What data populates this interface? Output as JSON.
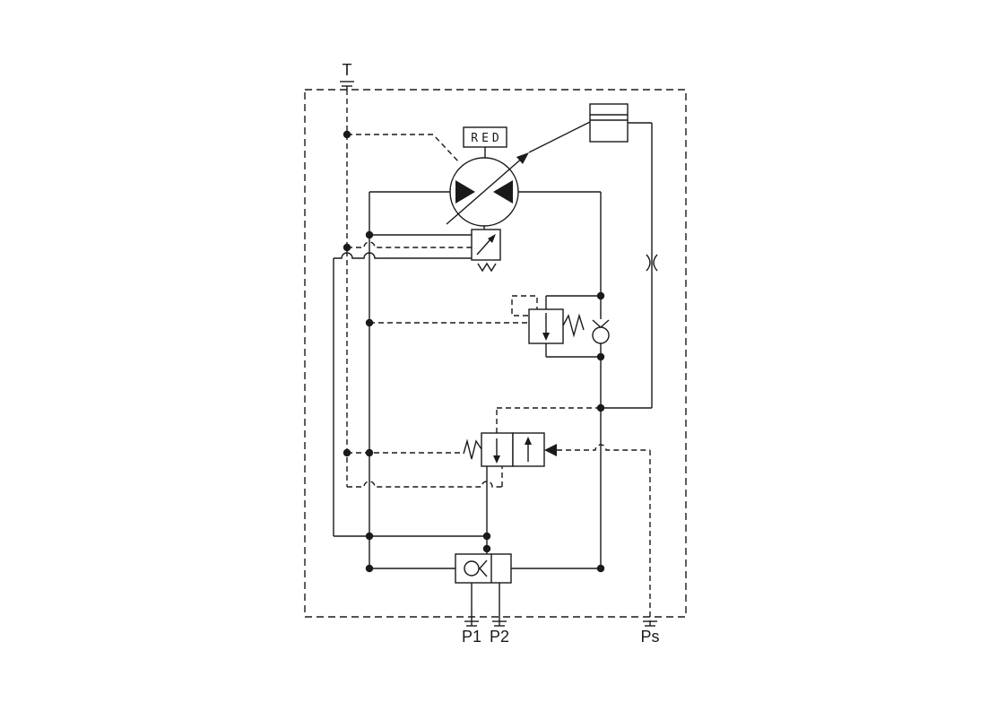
{
  "diagram": {
    "type": "hydraulic-circuit-schematic",
    "colors": {
      "line": "#1a1a1a",
      "background": "#ffffff"
    },
    "labels": {
      "tank_port": "T",
      "pressure_port_1": "P1",
      "pressure_port_2": "P2",
      "pilot_port": "Ps",
      "pump_tag": "RED"
    },
    "components": [
      {
        "id": "enclosure",
        "icon": "dashed-boundary-box"
      },
      {
        "id": "tank-port",
        "icon": "tank-port-symbol"
      },
      {
        "id": "variable-displacement-pump",
        "icon": "pump-circle-with-variable-arrow"
      },
      {
        "id": "pump-tag-plate",
        "icon": "red-label-box"
      },
      {
        "id": "stroking-cylinder",
        "icon": "displacement-control-cylinder"
      },
      {
        "id": "pressure-compensator",
        "icon": "compensator-valve-with-spring"
      },
      {
        "id": "relief-valve",
        "icon": "pilot-relief-valve-with-spring"
      },
      {
        "id": "check-valve",
        "icon": "ball-check-valve"
      },
      {
        "id": "orifice",
        "icon": "fixed-orifice-restrictor"
      },
      {
        "id": "directional-valve",
        "icon": "two-position-pilot-valve-spring-return"
      },
      {
        "id": "shuttle-valve",
        "icon": "shuttle-double-check-valve"
      },
      {
        "id": "port-p1",
        "icon": "port-symbol"
      },
      {
        "id": "port-p2",
        "icon": "port-symbol"
      },
      {
        "id": "port-ps",
        "icon": "port-symbol"
      }
    ]
  }
}
